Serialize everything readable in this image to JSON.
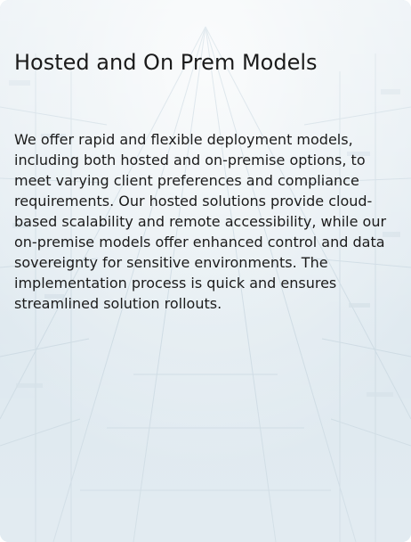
{
  "card": {
    "title": "Hosted and On Prem Models",
    "description": "We offer rapid and flexible deployment models, including both hosted and on-premise options, to meet varying client preferences and compliance requirements. Our hosted solutions provide cloud-based scalability and remote accessibility, while our on-premise models offer enhanced control and data sovereignty for sensitive environments. The implementation process is quick and ensures streamlined solution rollouts.",
    "background_image": "data-center-corridor",
    "colors": {
      "text": "#1b1b1b",
      "background_tint": "#dfe9ef"
    }
  }
}
